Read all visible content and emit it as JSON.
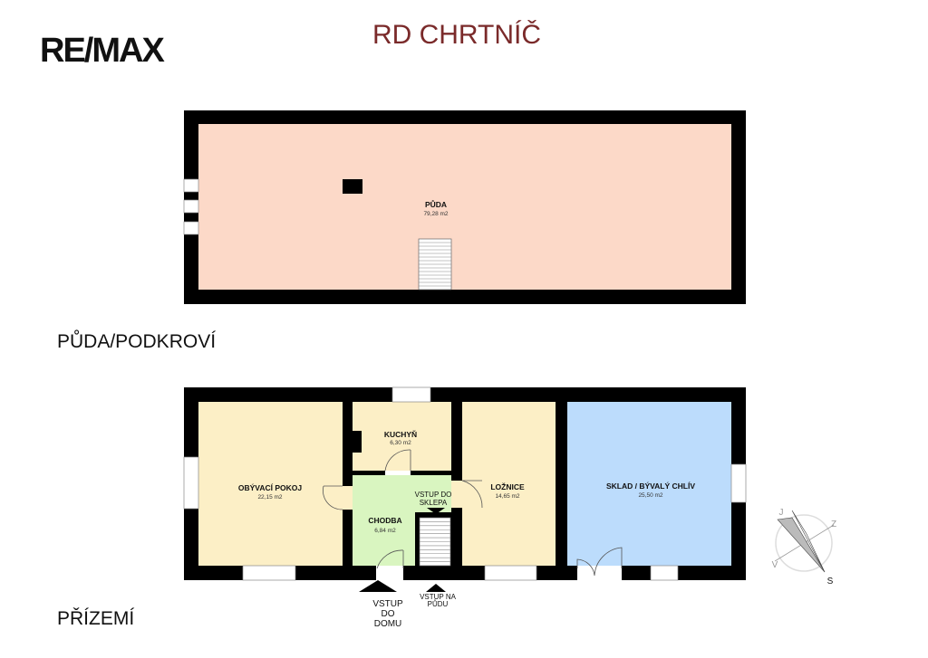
{
  "logo": "RE/MAX",
  "title": "RD CHRTNÍČ",
  "colors": {
    "attic": "#fcd9c8",
    "living": "#fcefc6",
    "corridor": "#d9f5c0",
    "storage": "#bcdcfc",
    "wall": "#000000",
    "title": "#7a2a2a"
  },
  "attic": {
    "section_label": "PŮDA/PODKROVÍ",
    "rooms": [
      {
        "name": "PŮDA",
        "area": "79,28 m2"
      }
    ]
  },
  "ground": {
    "section_label": "PŘÍZEMÍ",
    "rooms": [
      {
        "name": "OBÝVACÍ POKOJ",
        "area": "22,15 m2"
      },
      {
        "name": "KUCHYŇ",
        "area": "6,30 m2"
      },
      {
        "name": "CHODBA",
        "area": "6,84 m2"
      },
      {
        "name": "LOŽNICE",
        "area": "14,65 m2"
      },
      {
        "name": "SKLAD / BÝVALÝ CHLÍV",
        "area": "25,50 m2"
      }
    ],
    "labels": {
      "cellar": [
        "VSTUP DO",
        "SKLEPA"
      ],
      "entrance": [
        "VSTUP",
        "DO",
        "DOMU"
      ],
      "attic_access": [
        "VSTUP NA",
        "PŮDU"
      ]
    }
  },
  "compass": {
    "icon": "compass-rose-icon",
    "letters": [
      "J",
      "Z",
      "V",
      "S"
    ]
  }
}
